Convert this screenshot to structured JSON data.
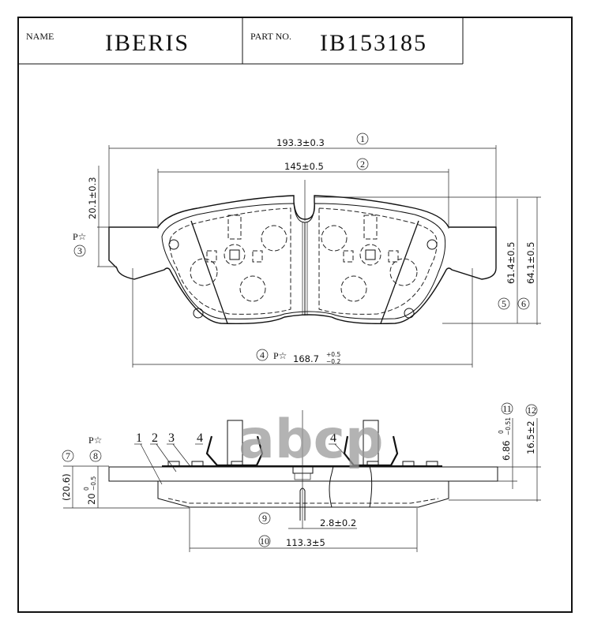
{
  "title_block": {
    "name_label": "NAME",
    "name_value": "IBERIS",
    "part_label": "PART NO.",
    "part_value": "IB153185"
  },
  "dimensions": {
    "d1": {
      "id": "1",
      "value": "193.3±0.3"
    },
    "d2": {
      "id": "2",
      "value": "145±0.5"
    },
    "d3": {
      "id": "3",
      "value": "20.1±0.3",
      "marker": "P☆"
    },
    "d4": {
      "id": "4",
      "marker": "P☆",
      "value": "168.7",
      "tol_upper": "+0.5",
      "tol_lower": "−0.2"
    },
    "d5": {
      "id": "5",
      "value": "61.4±0.5"
    },
    "d6": {
      "id": "6",
      "value": "64.1±0.5"
    },
    "d7": {
      "id": "7",
      "value": "(20.6)"
    },
    "d8": {
      "id": "8",
      "marker": "P☆",
      "value": "20",
      "tol_upper": "0",
      "tol_lower": "−0.5"
    },
    "d9": {
      "id": "9",
      "value": "2.8±0.2"
    },
    "d10": {
      "id": "10",
      "value": "113.3±5"
    },
    "d11": {
      "id": "11",
      "value": "6.86",
      "tol_upper": "0",
      "tol_lower": "−0.51"
    },
    "d12": {
      "id": "12",
      "value": "16.5±2"
    }
  },
  "callouts": [
    "1",
    "2",
    "3",
    "4",
    "4"
  ],
  "watermark": "abcp"
}
